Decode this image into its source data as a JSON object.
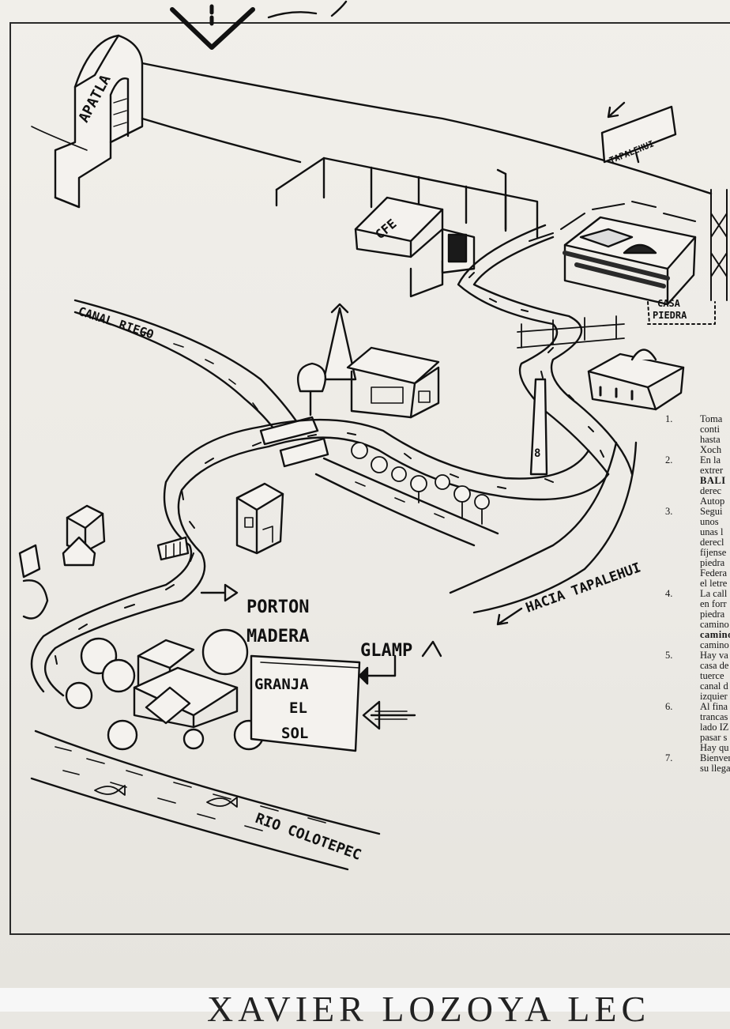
{
  "map": {
    "labels": {
      "arch": "APATLA",
      "sign_tapalehui": "TAPALEHUI",
      "cfe": "CFE",
      "casa_piedra_1": "CASA",
      "casa_piedra_2": "PIEDRA",
      "canal": "CANAL RIEGO",
      "hacia": "HACIA TAPALEHUI",
      "porton_1": "PORTON",
      "porton_2": "MADERA",
      "glamp": "GLAMP",
      "granja_1": "GRANJA",
      "granja_2": "EL",
      "granja_3": "SOL",
      "rio": "RIO COLOTEPEC",
      "post_number": "8"
    }
  },
  "instructions": [
    {
      "num": "1.",
      "lines": [
        "Toma",
        "conti",
        "hasta",
        "Xoch"
      ]
    },
    {
      "num": "2.",
      "lines": [
        "En la",
        "extrer",
        "BALI",
        "derec",
        "Autop"
      ]
    },
    {
      "num": "3.",
      "lines": [
        "Segui",
        "unos",
        "unas l",
        "derecl",
        "fíjense",
        "piedra",
        "Federa",
        "el letre"
      ]
    },
    {
      "num": "4.",
      "lines": [
        "La call",
        "en forr",
        "piedra",
        "camino",
        "camino",
        "camino"
      ]
    },
    {
      "num": "5.",
      "lines": [
        "Hay va",
        "casa de",
        "tuerce",
        "canal d",
        "izquier"
      ]
    },
    {
      "num": "6.",
      "lines": [
        "Al fina",
        "trancas",
        "lado IZ",
        "pasar s",
        "Hay qu"
      ]
    },
    {
      "num": "7.",
      "lines": [
        "Bienver",
        "su llega"
      ]
    }
  ],
  "footer": {
    "text": "XAVIER LOZOYA LEC"
  }
}
